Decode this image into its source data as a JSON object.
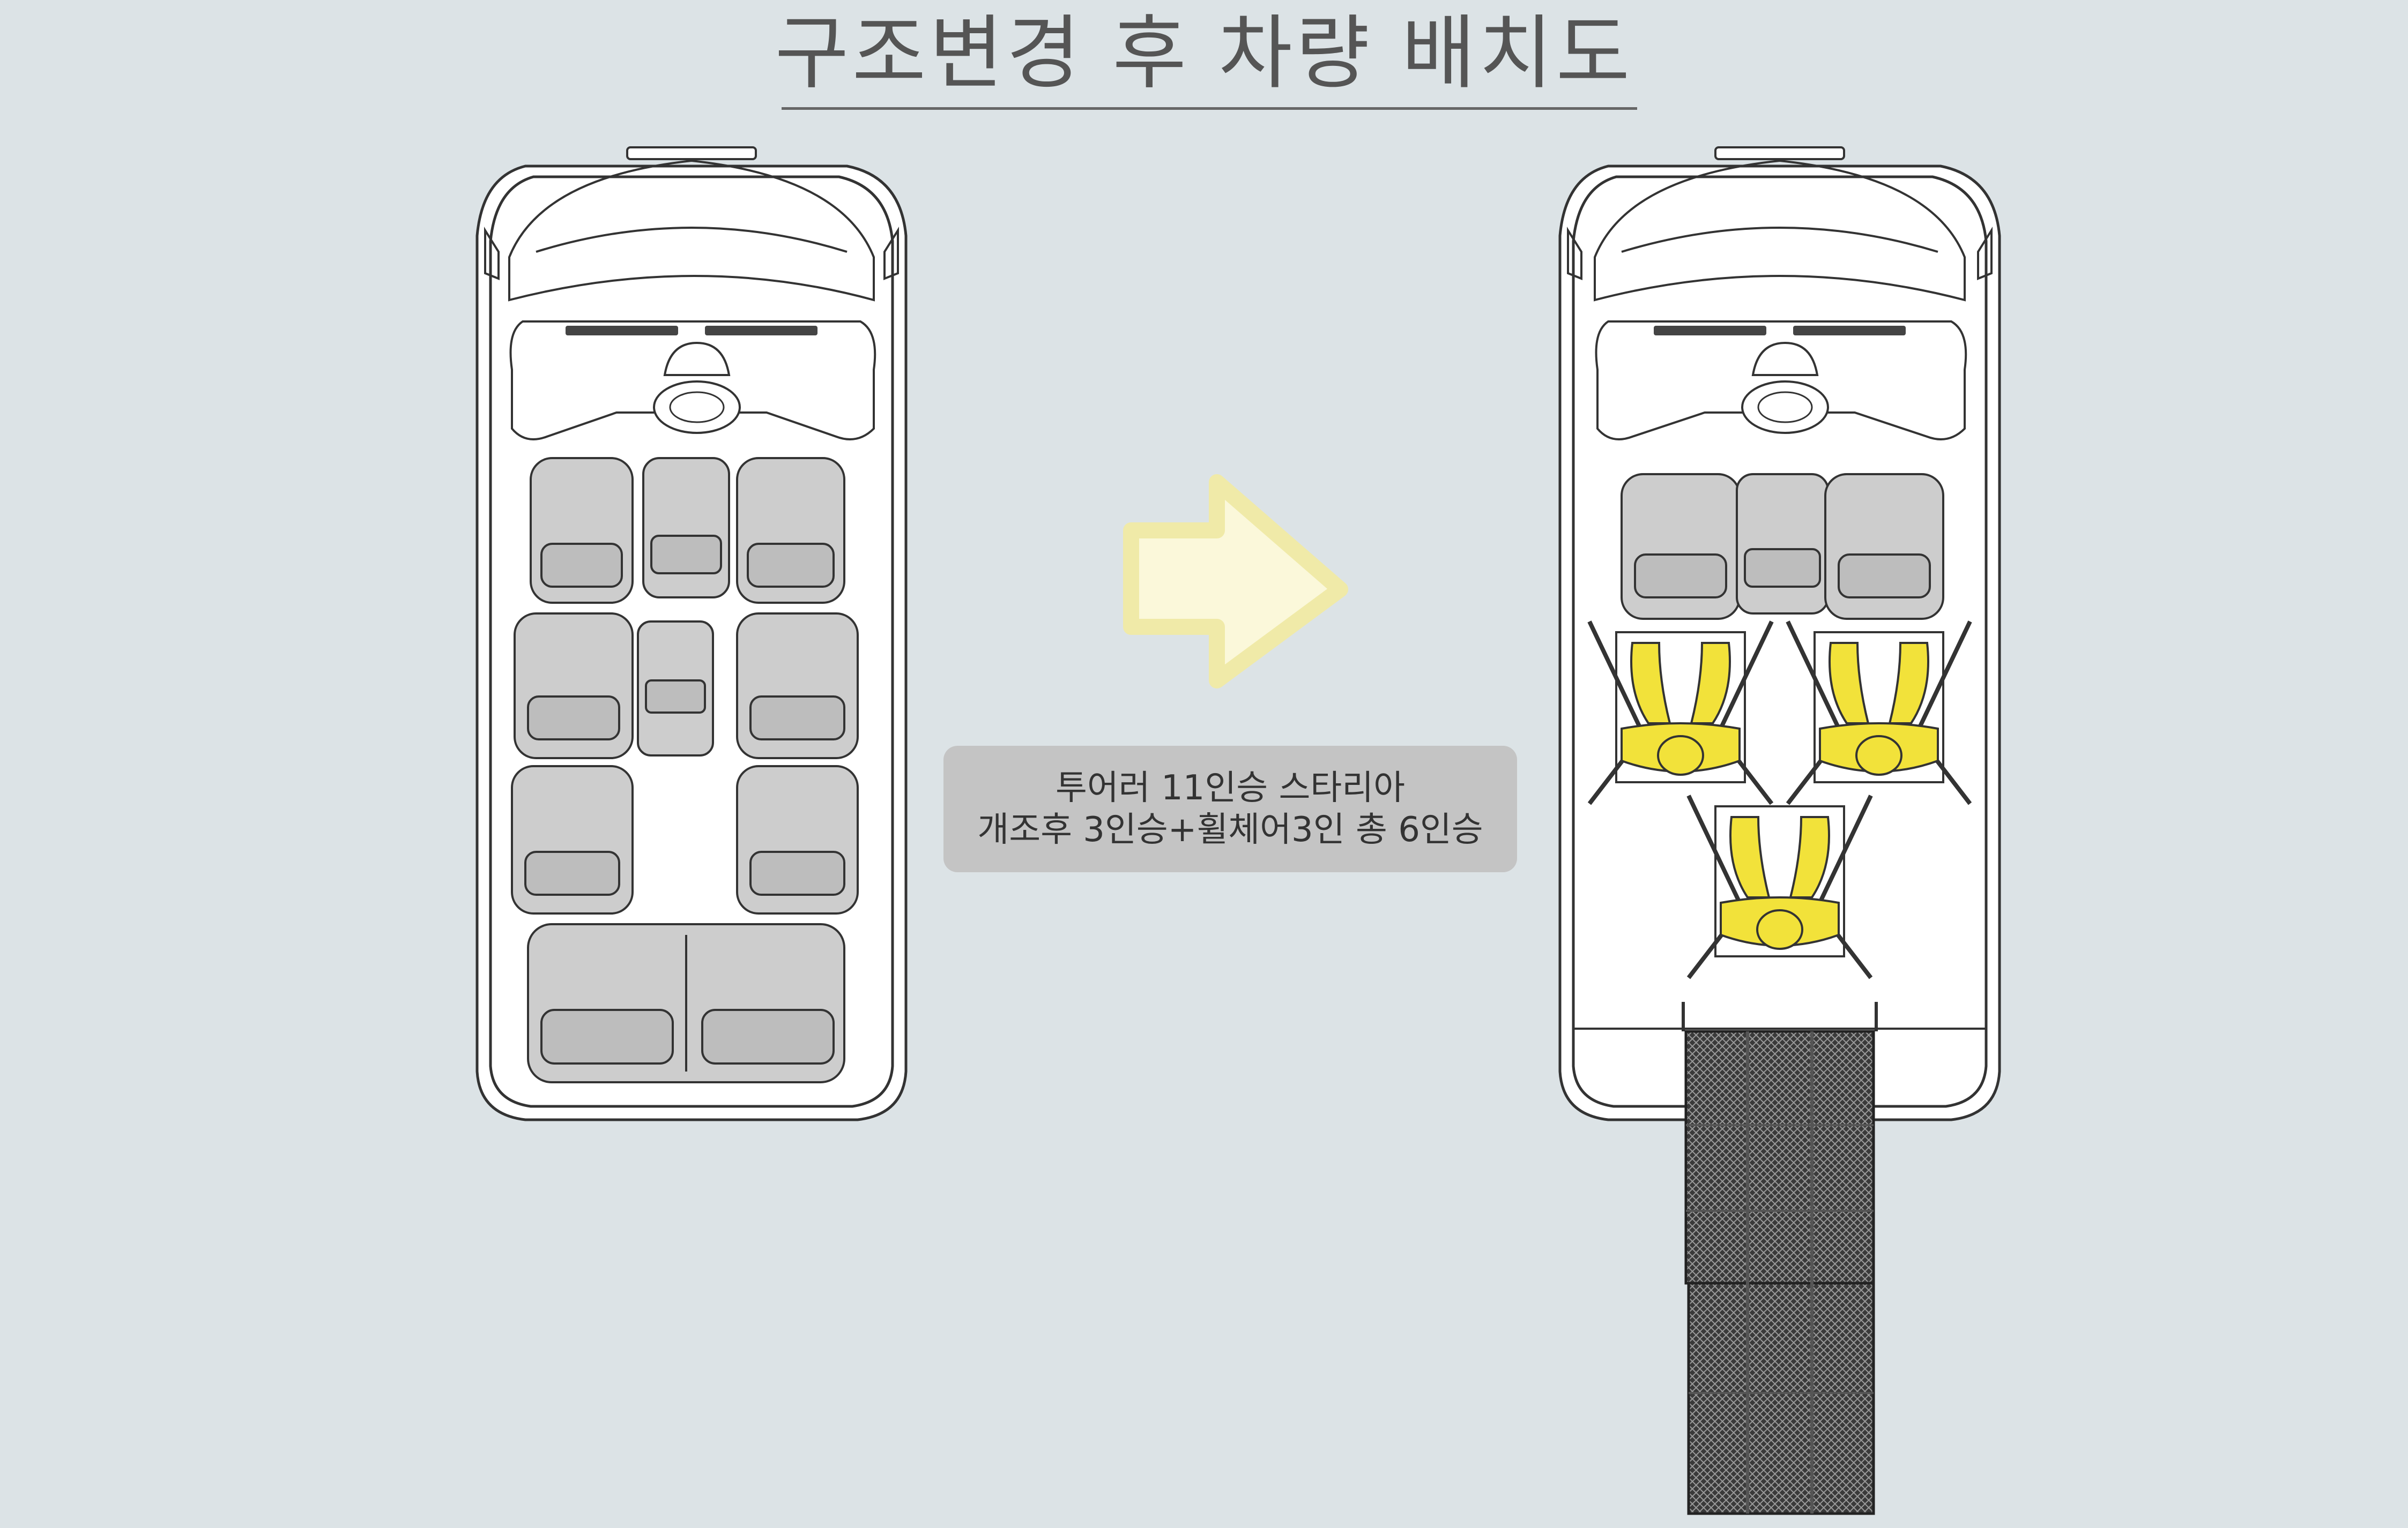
{
  "title": "구조변경 후 차량 배치도",
  "caption": {
    "line1": "투어러 11인승 스타리아",
    "line2": "개조후 3인승+휠체어3인 총 6인승"
  },
  "colors": {
    "background": "#dce3e6",
    "seat": "#cdcdcd",
    "wheelchair_user": "#f2e23a",
    "arrow": "#fbf8da",
    "caption_box": "#c4c4c4"
  },
  "diagram": {
    "before": {
      "label": "",
      "seat_count": 11
    },
    "after": {
      "label": "",
      "seat_count": 3,
      "wheelchair_count": 3,
      "has_ramp": true
    }
  }
}
